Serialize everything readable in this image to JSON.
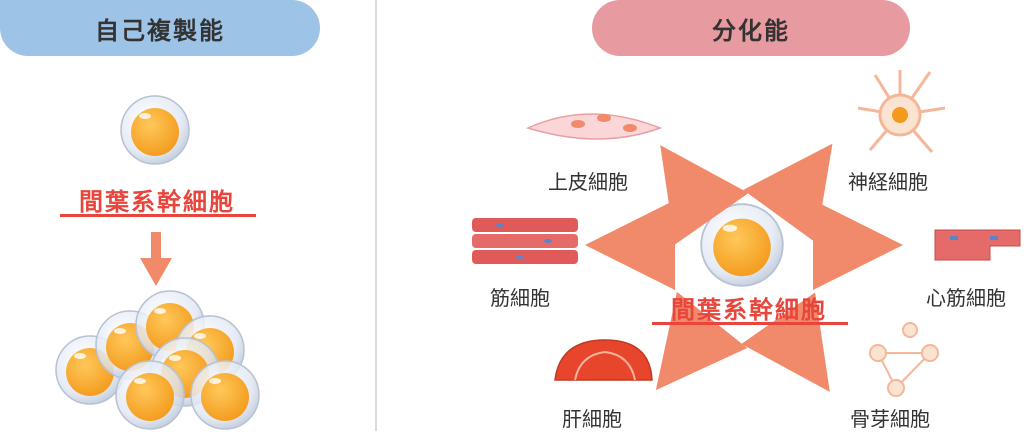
{
  "panels": {
    "left_title": "自己複製能",
    "right_title": "分化能"
  },
  "stem_cell_label_left": "間葉系幹細胞",
  "stem_cell_label_center": "間葉系幹細胞",
  "cell_types": {
    "epithelial": "上皮細胞",
    "nerve": "神経細胞",
    "muscle": "筋細胞",
    "cardiac": "心筋細胞",
    "liver": "肝細胞",
    "bone": "骨芽細胞"
  },
  "colors": {
    "left_pill": "#9dc3e6",
    "right_pill": "#e79aa0",
    "accent_red": "#e8463c",
    "arrow": "#f08a6a",
    "cell_core": "#f5a623"
  }
}
